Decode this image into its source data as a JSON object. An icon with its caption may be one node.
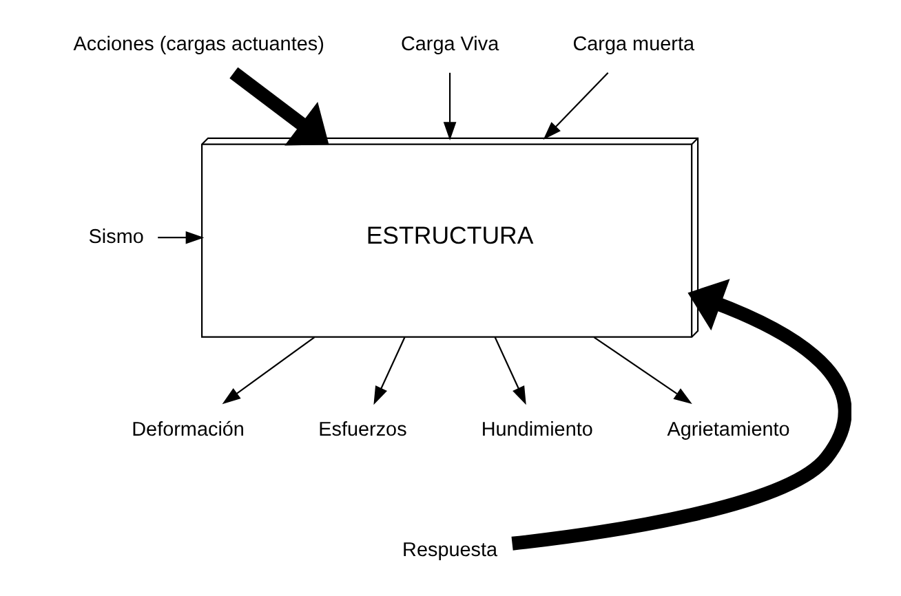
{
  "diagram": {
    "nodes": [
      {
        "text": [
          "Acciones (cargas actuantes)"
        ]
      },
      {
        "text": [
          "Carga Viva"
        ]
      },
      {
        "text": [
          "Carga muerta"
        ]
      },
      {
        "text": [
          "ESTRUCTURA"
        ]
      },
      {
        "text": [
          "Sismo"
        ]
      },
      {
        "text": [
          "Deformación"
        ]
      },
      {
        "text": [
          "Esfuerzos"
        ]
      },
      {
        "text": [
          "Hundimiento"
        ]
      },
      {
        "text": [
          "Agrietamiento"
        ]
      },
      {
        "text": [
          "Respuesta"
        ]
      }
    ],
    "edges": [
      {
        "from": 0,
        "to": 3,
        "arrow": "to",
        "style": "thick"
      },
      {
        "from": 1,
        "to": 3,
        "arrow": "to"
      },
      {
        "from": 2,
        "to": 3,
        "arrow": "to"
      },
      {
        "from": 4,
        "to": 3,
        "arrow": "to"
      },
      {
        "from": 3,
        "to": 5,
        "arrow": "to"
      },
      {
        "from": 3,
        "to": 6,
        "arrow": "to"
      },
      {
        "from": 3,
        "to": 7,
        "arrow": "to"
      },
      {
        "from": 3,
        "to": 8,
        "arrow": "to"
      },
      {
        "from": 9,
        "to": 3,
        "arrow": "to",
        "style": "thick"
      }
    ]
  }
}
